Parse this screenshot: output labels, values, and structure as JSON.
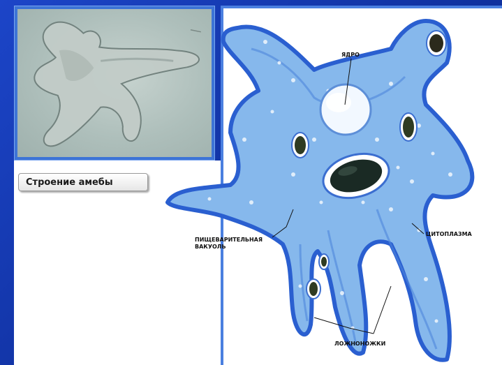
{
  "caption": {
    "title": "Строение амебы"
  },
  "labels": {
    "nucleus": "ЯДРО",
    "digestive_vacuole_line1": "ПИЩЕВАРИТЕЛЬНАЯ",
    "digestive_vacuole_line2": "ВАКУОЛЬ",
    "cytoplasm": "ЦИТОПЛАЗМА",
    "pseudopods": "ЛОЖНОНОЖКИ"
  },
  "colors": {
    "background": "#1c45c8",
    "panel_border": "#4a7fe0",
    "cell_body": "#7fb4ea",
    "cell_outline": "#2a5fd0"
  }
}
